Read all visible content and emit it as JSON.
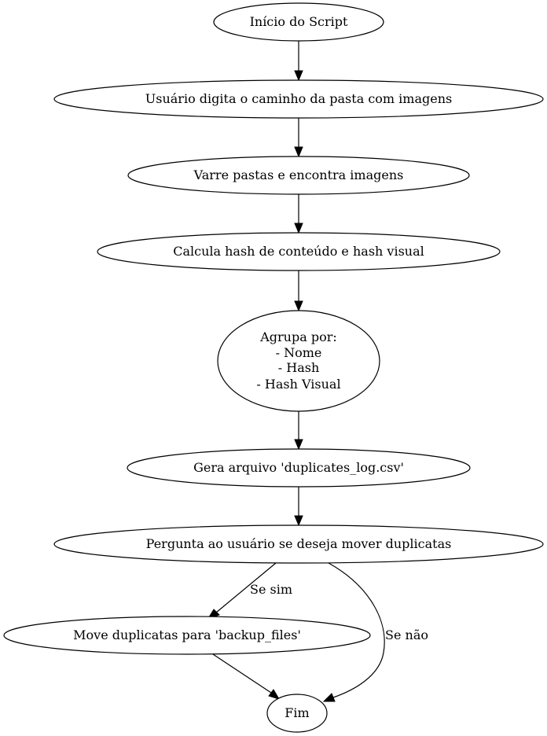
{
  "nodes": {
    "start": {
      "lines": [
        "Início do Script"
      ]
    },
    "input_path": {
      "lines": [
        "Usuário digita o caminho da pasta com imagens"
      ]
    },
    "scan": {
      "lines": [
        "Varre pastas e encontra imagens"
      ]
    },
    "hash": {
      "lines": [
        "Calcula hash de conteúdo e hash visual"
      ]
    },
    "group": {
      "lines": [
        "Agrupa por:",
        "- Nome",
        "- Hash",
        "- Hash Visual"
      ]
    },
    "log": {
      "lines": [
        "Gera arquivo 'duplicates_log.csv'"
      ]
    },
    "ask": {
      "lines": [
        "Pergunta ao usuário se deseja mover duplicatas"
      ]
    },
    "move": {
      "lines": [
        "Move duplicatas para 'backup_files'"
      ]
    },
    "end": {
      "lines": [
        "Fim"
      ]
    }
  },
  "edges": {
    "yes_label": "Se sim",
    "no_label": "Se não"
  }
}
